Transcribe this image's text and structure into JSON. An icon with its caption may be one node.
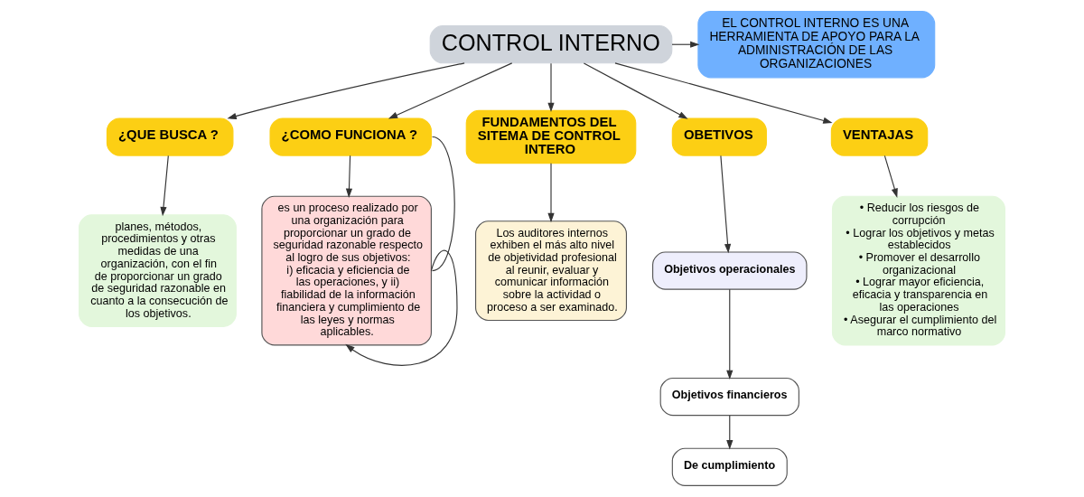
{
  "diagram": {
    "nodes": [
      {
        "text": [
          "CONTROL INTERNO"
        ]
      },
      {
        "text": [
          "EL CONTROL INTERNO ES UNA HERRAMIENTA DE APOYO PARA LA ADMINISTRACIÓN DE LAS ORGANIZACIONES"
        ]
      },
      {
        "text": [
          "¿QUE BUSCA ?"
        ]
      },
      {
        "text": [
          "¿COMO FUNCIONA ?"
        ]
      },
      {
        "text": [
          "FUNDAMENTOS DEL SITEMA DE CONTROL INTERO"
        ]
      },
      {
        "text": [
          "OBETIVOS"
        ]
      },
      {
        "text": [
          "VENTAJAS"
        ]
      },
      {
        "text": [
          "planes, métodos, procedimientos y otras medidas de una organización, con el fin de proporcionar un grado de seguridad razonable en cuanto a la consecución de los objetivos."
        ]
      },
      {
        "text": [
          "es un proceso realizado por una organización para proporcionar un grado de seguridad razonable respecto al logro de sus objetivos: i) eficacia y eficiencia de las operaciones, y ii) fiabilidad de la información financiera y cumplimiento de las leyes y normas aplicables."
        ]
      },
      {
        "text": [
          "Los auditores internos exhiben el más alto nivel de objetividad profesional al reunir, evaluar y comunicar información sobre la actividad o proceso a ser examinado."
        ]
      },
      {
        "text": [
          "Objetivos operacionales"
        ]
      },
      {
        "text": [
          "Objetivos financieros"
        ]
      },
      {
        "text": [
          "De cumplimiento"
        ]
      },
      {
        "text": [
          "• Reducir los riesgos de corrupción",
          "• Lograr los objetivos y metas establecidos",
          "• Promover el desarrollo organizacional",
          "• Lograr mayor eficiencia, eficacia y transparencia en las operaciones",
          "• Asegurar el cumplimiento del marco normativo"
        ]
      }
    ],
    "edges": [
      {
        "from": 0,
        "to": 1,
        "arrow": "to"
      },
      {
        "from": 0,
        "to": 2,
        "arrow": "to"
      },
      {
        "from": 0,
        "to": 3,
        "arrow": "to"
      },
      {
        "from": 0,
        "to": 4,
        "arrow": "to"
      },
      {
        "from": 0,
        "to": 5,
        "arrow": "to"
      },
      {
        "from": 0,
        "to": 6,
        "arrow": "to"
      },
      {
        "from": 2,
        "to": 7,
        "arrow": "to"
      },
      {
        "from": 3,
        "to": 8,
        "arrow": "to"
      },
      {
        "from": 3,
        "to": 8,
        "arrow": "none"
      },
      {
        "from": 8,
        "to": 8,
        "arrow": "to"
      },
      {
        "from": 4,
        "to": 9,
        "arrow": "to"
      },
      {
        "from": 5,
        "to": 10,
        "arrow": "to"
      },
      {
        "from": 10,
        "to": 11,
        "arrow": "to"
      },
      {
        "from": 11,
        "to": 12,
        "arrow": "to"
      },
      {
        "from": 6,
        "to": 13,
        "arrow": "to"
      }
    ]
  }
}
